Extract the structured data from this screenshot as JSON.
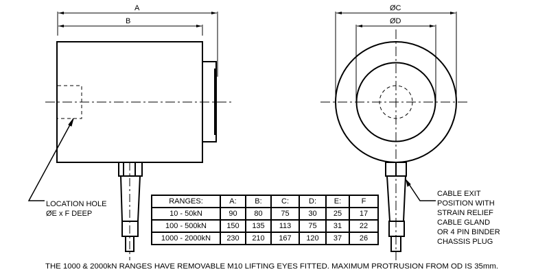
{
  "side_view": {
    "dim_a": "A",
    "dim_b": "B",
    "callout_lines": [
      "LOCATION HOLE",
      "ØE x F DEEP"
    ]
  },
  "end_view": {
    "dim_c": "ØC",
    "dim_d": "ØD",
    "callout_lines": [
      "CABLE EXIT",
      "POSITION WITH",
      "STRAIN RELIEF",
      "CABLE GLAND",
      "OR 4 PIN BINDER",
      "CHASSIS PLUG"
    ]
  },
  "table": {
    "headers": [
      "RANGES:",
      "A:",
      "B:",
      "C:",
      "D:",
      "E:",
      "F"
    ],
    "rows": [
      [
        "10 - 50kN",
        "90",
        "80",
        "75",
        "30",
        "25",
        "17"
      ],
      [
        "100 - 500kN",
        "150",
        "135",
        "113",
        "75",
        "31",
        "22"
      ],
      [
        "1000 - 2000kN",
        "230",
        "210",
        "167",
        "120",
        "37",
        "26"
      ]
    ]
  },
  "footnote": "THE 1000 & 2000kN RANGES HAVE REMOVABLE M10 LIFTING EYES FITTED. MAXIMUM PROTRUSION FROM OD IS 35mm."
}
